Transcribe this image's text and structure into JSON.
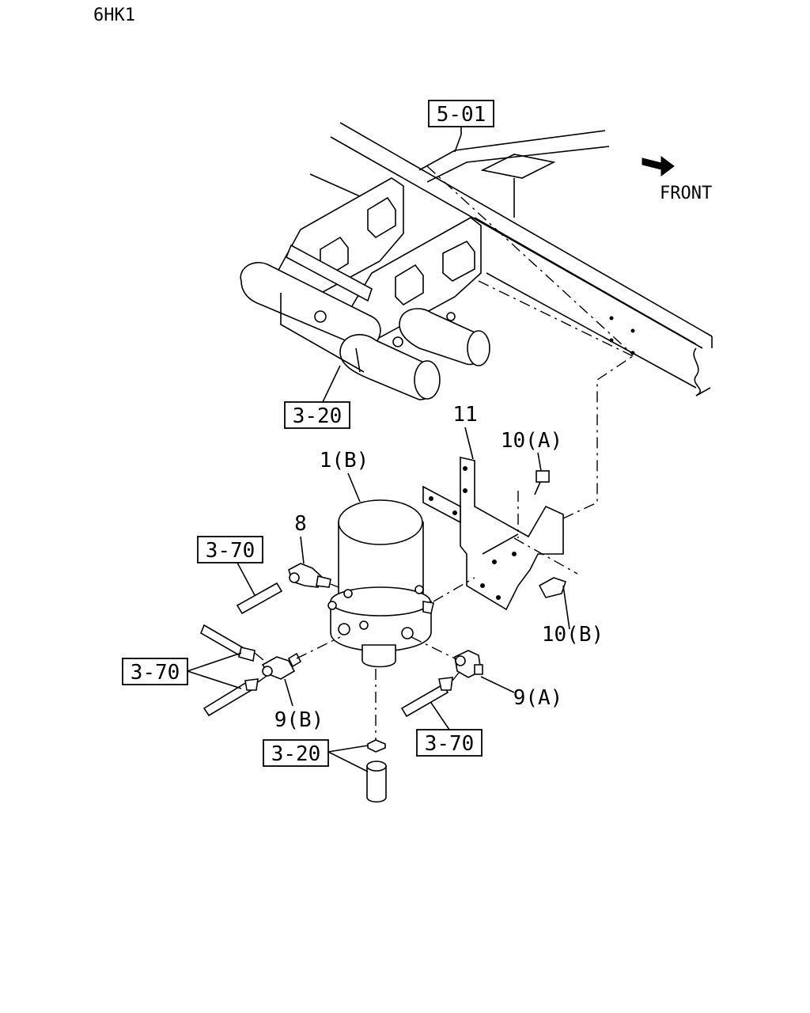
{
  "model": "6HK1",
  "direction_label": "FRONT",
  "icons": {
    "front_arrow": "front-arrow-icon"
  },
  "refs": {
    "frame": "5-01",
    "air_tanks": "3-20",
    "pipe_upper": "3-70",
    "pipe_left": "3-70",
    "pipe_right": "3-70",
    "drain": "3-20"
  },
  "parts": {
    "dryer": "1(B)",
    "bracket": "11",
    "bolt_a": "10(A)",
    "bolt_b": "10(B)",
    "elbow": "8",
    "fitting_a": "9(A)",
    "fitting_b": "9(B)"
  }
}
